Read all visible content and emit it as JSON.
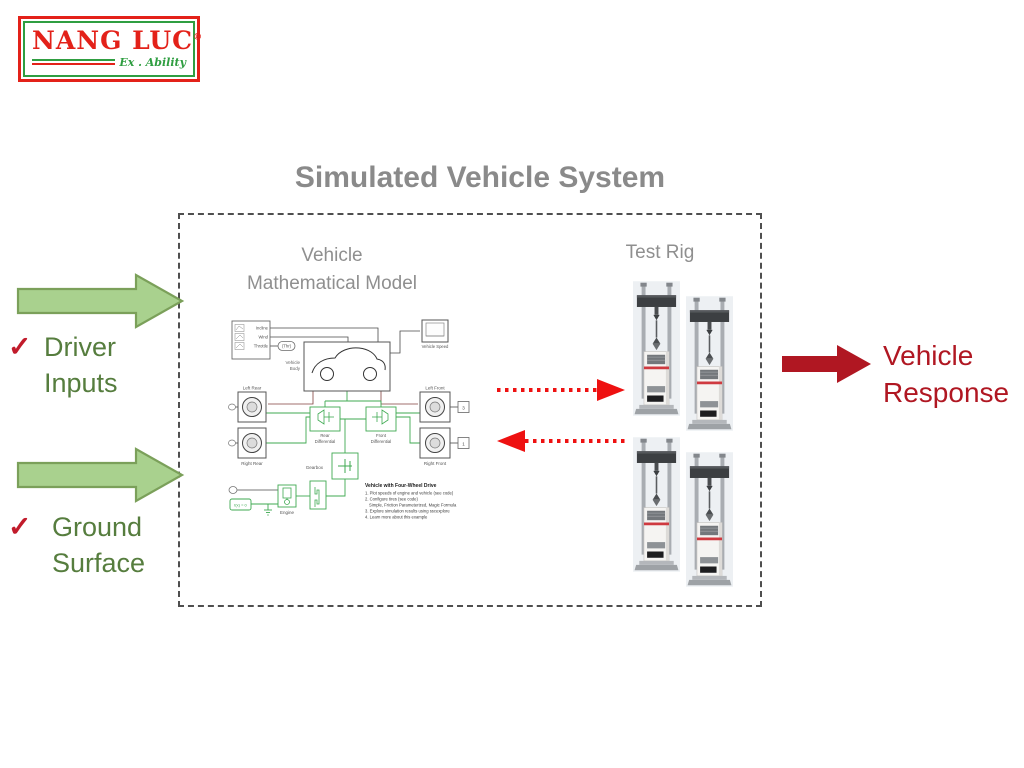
{
  "logo": {
    "brand": "NANG LUC",
    "registered": "®",
    "tagline": "Ex . Ability"
  },
  "title": "Simulated Vehicle System",
  "system_box": {
    "model_label_line1": "Vehicle",
    "model_label_line2": "Mathematical Model",
    "test_rig_label": "Test Rig"
  },
  "simulink": {
    "source_outputs": [
      "Incline",
      "Wind",
      "Throttle"
    ],
    "goto_tag": "(Thr)",
    "labels": {
      "vehicle_body_line1": "Vehicle",
      "vehicle_body_line2": "Body",
      "vehicle_speed": "Vehicle Speed",
      "left_rear": "Left Rear",
      "right_rear": "Right Rear",
      "left_front": "Left Front",
      "right_front": "Right Front",
      "rear_differential_line1": "Rear",
      "rear_differential_line2": "Differential",
      "front_differential_line1": "Front",
      "front_differential_line2": "Differential",
      "gearbox": "Gearbox",
      "engine": "Engine",
      "solver": "f(x) = 0",
      "port_left_front": "3",
      "port_right_front": "1"
    },
    "annotation": {
      "title": "Vehicle with Four-Wheel Drive",
      "lines": [
        "1. Plot speeds of engine and vehicle (see code)",
        "2. Configure tires (see code)",
        "Simple, Friction Parameterized, Magic Formula",
        "3. Explore simulation results using sscexplore",
        "4. Learn more about this example"
      ]
    }
  },
  "inputs": [
    {
      "check": "✓",
      "line1": "Driver",
      "line2": "Inputs"
    },
    {
      "check": "✓",
      "line1": "Ground",
      "line2": "Surface"
    }
  ],
  "output": {
    "line1": "Vehicle",
    "line2": "Response"
  },
  "colors": {
    "title_gray": "#8a8a8a",
    "label_gray": "#8f8f8f",
    "input_arrow_fill": "#a9d18e",
    "input_arrow_border": "#7ba05a",
    "input_text_green": "#567d3e",
    "check_red": "#c11b2b",
    "dotted_arrow_red": "#ee1111",
    "response_red": "#b01722",
    "logo_red": "#e32119",
    "logo_green": "#2f9e41",
    "simulink_green": "#3faa52",
    "simulink_signal": "#82403c"
  }
}
